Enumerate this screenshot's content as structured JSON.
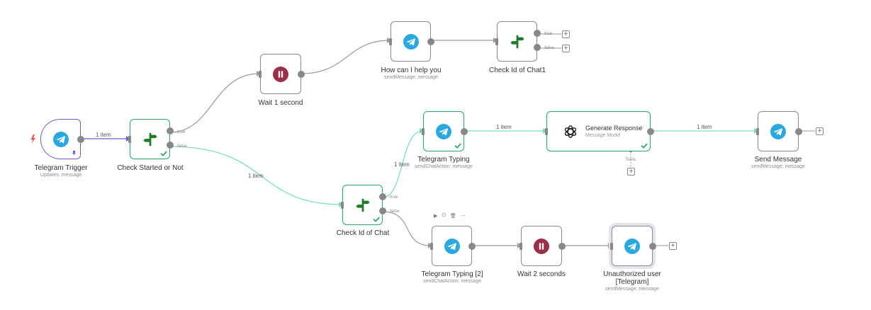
{
  "nodes": {
    "telegram_trigger": {
      "label": "Telegram Trigger",
      "sub": "Updates: message"
    },
    "check_started": {
      "label": "Check Started or Not"
    },
    "wait_1": {
      "label": "Wait 1 second"
    },
    "how_can_i_help": {
      "label": "How can I help you",
      "sub": "sendMessage: message"
    },
    "check_id_chat1": {
      "label": "Check Id of Chat1"
    },
    "telegram_typing": {
      "label": "Telegram Typing",
      "sub": "sendChatAction: message"
    },
    "generate_response": {
      "title": "Generate Response",
      "sub": "Message Model"
    },
    "send_message": {
      "label": "Send Message",
      "sub": "sendMessage: message"
    },
    "check_id_chat": {
      "label": "Check Id of Chat"
    },
    "telegram_typing_2": {
      "label": "Telegram Typing [2]",
      "sub": "sendChatAction: message"
    },
    "wait_2": {
      "label": "Wait 2 seconds"
    },
    "unauthorized": {
      "label": "Unauthorized user [Telegram]",
      "sub": "sendMessage: message"
    }
  },
  "edge_labels": {
    "trigger_to_check": "1 item",
    "false_to_checkid": "1 item",
    "true_to_typing": "1 item",
    "typing_to_generate": "1 item",
    "generate_to_send": "1 item"
  },
  "branch": {
    "true": "true",
    "false": "false"
  },
  "tools_label": "Tools",
  "icons": {
    "telegram": "telegram-icon",
    "if": "if-branch-icon",
    "wait": "pause-icon",
    "openai": "openai-icon",
    "trigger_bolt": "lightning-bolt-icon",
    "pin": "pin-icon",
    "check": "checkmark-icon"
  },
  "colors": {
    "telegram": "#29a9e0",
    "wait": "#9b3046",
    "if": "#1f7a2a",
    "success": "#2fa86a",
    "trigger": "#6d5cc9",
    "bolt": "#f04e4e"
  }
}
